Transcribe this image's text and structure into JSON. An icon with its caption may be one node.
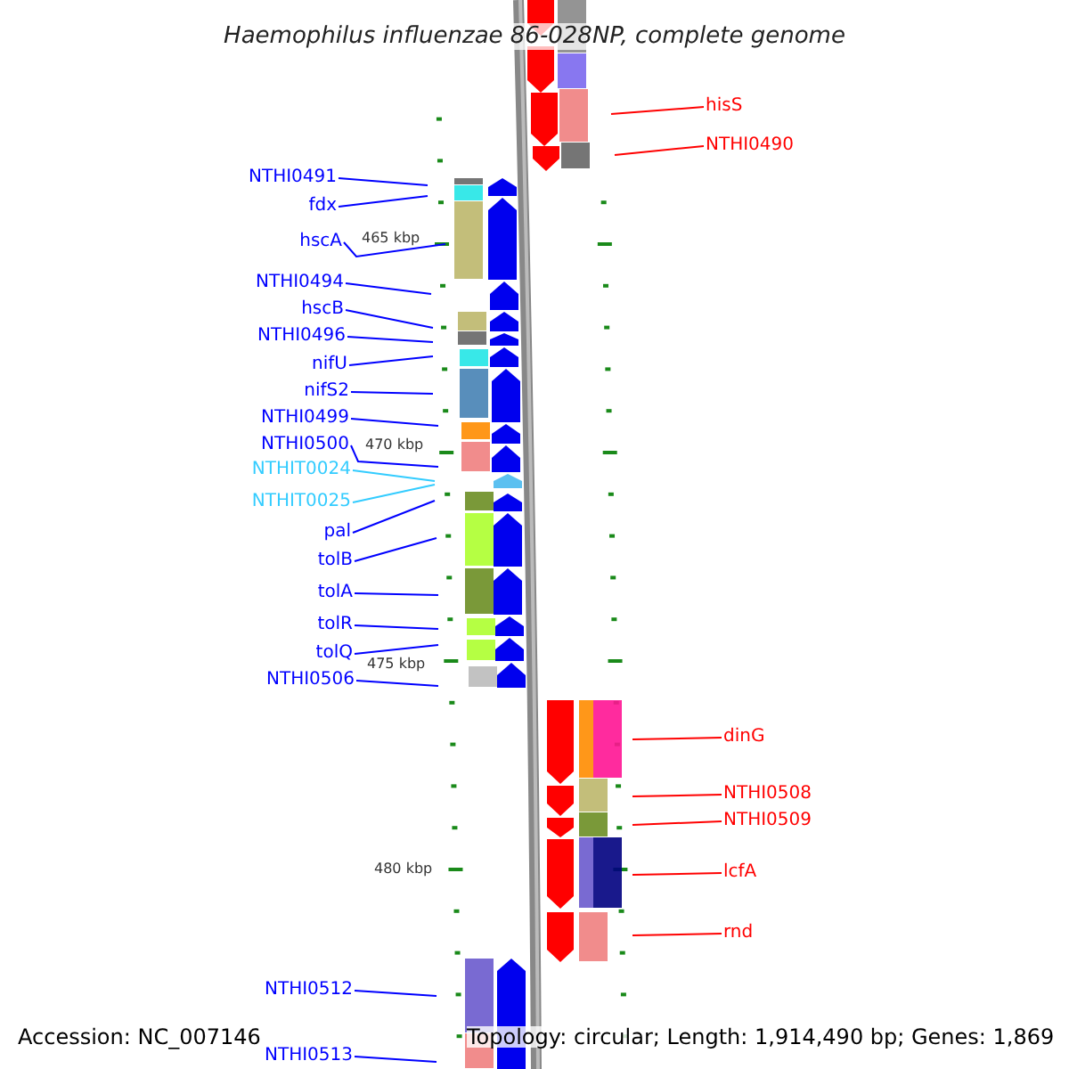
{
  "diagram": {
    "title": "Haemophilus influenzae 86-028NP, complete genome",
    "nodes": [
      {
        "text": [
          "hisS"
        ]
      },
      {
        "text": [
          "NTHI0490"
        ]
      },
      {
        "text": [
          "NTHI0491"
        ]
      },
      {
        "text": [
          "fdx"
        ]
      },
      {
        "text": [
          "hscA"
        ]
      },
      {
        "text": [
          "NTHI0494"
        ]
      },
      {
        "text": [
          "hscB"
        ]
      },
      {
        "text": [
          "NTHI0496"
        ]
      },
      {
        "text": [
          "nifU"
        ]
      },
      {
        "text": [
          "nifS2"
        ]
      },
      {
        "text": [
          "NTHI0499"
        ]
      },
      {
        "text": [
          "NTHI0500"
        ]
      },
      {
        "text": [
          "NTHIT0024"
        ]
      },
      {
        "text": [
          "NTHIT0025"
        ]
      },
      {
        "text": [
          "pal"
        ]
      },
      {
        "text": [
          "tolB"
        ]
      },
      {
        "text": [
          "tolA"
        ]
      },
      {
        "text": [
          "tolR"
        ]
      },
      {
        "text": [
          "tolQ"
        ]
      },
      {
        "text": [
          "NTHI0506"
        ]
      },
      {
        "text": [
          "dinG"
        ]
      },
      {
        "text": [
          "NTHI0508"
        ]
      },
      {
        "text": [
          "NTHI0509"
        ]
      },
      {
        "text": [
          "lcfA"
        ]
      },
      {
        "text": [
          "rnd"
        ]
      },
      {
        "text": [
          "NTHI0512"
        ]
      },
      {
        "text": [
          "NTHI0513"
        ]
      }
    ],
    "edges": [
      {
        "from": 0,
        "to": null,
        "arrow": "none",
        "color": "#ff0000"
      },
      {
        "from": 1,
        "to": null,
        "arrow": "none",
        "color": "#ff0000"
      },
      {
        "from": 2,
        "to": null,
        "arrow": "none"
      },
      {
        "from": 3,
        "to": null,
        "arrow": "none"
      },
      {
        "from": 4,
        "to": null,
        "arrow": "none"
      },
      {
        "from": 5,
        "to": null,
        "arrow": "none"
      },
      {
        "from": 6,
        "to": null,
        "arrow": "none"
      },
      {
        "from": 7,
        "to": null,
        "arrow": "none"
      },
      {
        "from": 8,
        "to": null,
        "arrow": "none"
      },
      {
        "from": 9,
        "to": null,
        "arrow": "none"
      },
      {
        "from": 10,
        "to": null,
        "arrow": "none"
      },
      {
        "from": 11,
        "to": null,
        "arrow": "none"
      },
      {
        "from": 12,
        "to": null,
        "arrow": "none",
        "color": "#33ccff"
      },
      {
        "from": 13,
        "to": null,
        "arrow": "none",
        "color": "#33ccff"
      },
      {
        "from": 14,
        "to": null,
        "arrow": "none"
      },
      {
        "from": 15,
        "to": null,
        "arrow": "none"
      },
      {
        "from": 16,
        "to": null,
        "arrow": "none"
      },
      {
        "from": 17,
        "to": null,
        "arrow": "none"
      },
      {
        "from": 18,
        "to": null,
        "arrow": "none"
      },
      {
        "from": 19,
        "to": null,
        "arrow": "none"
      },
      {
        "from": 20,
        "to": null,
        "arrow": "none",
        "color": "#ff0000"
      },
      {
        "from": 21,
        "to": null,
        "arrow": "none",
        "color": "#ff0000"
      },
      {
        "from": 22,
        "to": null,
        "arrow": "none",
        "color": "#ff0000"
      },
      {
        "from": 23,
        "to": null,
        "arrow": "none",
        "color": "#ff0000"
      },
      {
        "from": 24,
        "to": null,
        "arrow": "none",
        "color": "#ff0000"
      },
      {
        "from": 25,
        "to": null,
        "arrow": "none"
      },
      {
        "from": 26,
        "to": null,
        "arrow": "none"
      }
    ],
    "labels": [
      "465 kbp",
      "470 kbp",
      "475 kbp",
      "480 kbp",
      "Accession: NC_007146",
      "Topology: circular; Length: 1,914,490 bp; Genes: 1,869"
    ]
  }
}
